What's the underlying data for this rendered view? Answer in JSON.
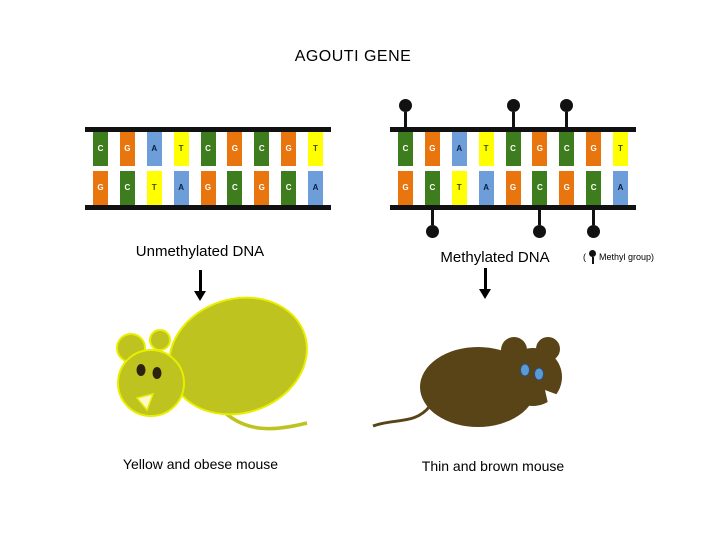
{
  "title": "AGOUTI GENE",
  "colors": {
    "base_C": "#3e7d1e",
    "base_G": "#e9750f",
    "base_A": "#6d9eda",
    "base_T": "#ffff00",
    "backbone": "#111111",
    "methyl": "#111111",
    "mouse_yellow_fill": "#bec31f",
    "mouse_yellow_stroke": "#e8ee00",
    "mouse_yellow_eye": "#2b2310",
    "mouse_yellow_nose": "#fdf8d0",
    "mouse_brown_fill": "#594418",
    "mouse_brown_eye": "#5b9bd5",
    "mouse_brown_nose": "#ffffff"
  },
  "dna": {
    "strands": [
      {
        "name": "unmethylated",
        "label": "Unmethylated DNA",
        "top": [
          "C",
          "G",
          "A",
          "T",
          "C",
          "G",
          "C",
          "G",
          "T"
        ],
        "bottom": [
          "G",
          "C",
          "T",
          "A",
          "G",
          "C",
          "G",
          "C",
          "A"
        ],
        "methyl_top": [],
        "methyl_bottom": []
      },
      {
        "name": "methylated",
        "label": "Methylated DNA",
        "top": [
          "C",
          "G",
          "A",
          "T",
          "C",
          "G",
          "C",
          "G",
          "T"
        ],
        "bottom": [
          "G",
          "C",
          "T",
          "A",
          "G",
          "C",
          "G",
          "C",
          "A"
        ],
        "methyl_top": [
          0,
          4,
          6
        ],
        "methyl_bottom": [
          1,
          5,
          7
        ]
      }
    ],
    "legend_open": "(",
    "legend_text": "Methyl group)"
  },
  "mice": [
    {
      "name": "yellow-obese",
      "label": "Yellow and obese mouse"
    },
    {
      "name": "thin-brown",
      "label": "Thin and brown mouse"
    }
  ]
}
